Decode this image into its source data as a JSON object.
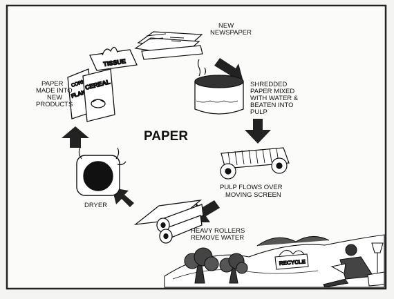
{
  "diagram": {
    "center_title": "PAPER",
    "steps": [
      {
        "lines": [
          "NEW",
          "NEWSPAPER"
        ]
      },
      {
        "lines": [
          "SHREDDED",
          "PAPER MIXED",
          "WITH WATER &",
          "BEATEN INTO",
          "PULP"
        ]
      },
      {
        "lines": [
          "PULP FLOWS OVER",
          "MOVING SCREEN"
        ]
      },
      {
        "lines": [
          "HEAVY ROLLERS",
          "REMOVE WATER"
        ]
      },
      {
        "lines": [
          "DRYER"
        ]
      },
      {
        "lines": [
          "PAPER",
          "MADE INTO",
          "NEW",
          "PRODUCTS"
        ]
      }
    ],
    "icons": [
      "newspaper-icon",
      "pulp-tub-icon",
      "moving-screen-icon",
      "rollers-icon",
      "dryer-icon",
      "products-icon",
      "landscape-reader-illustration"
    ],
    "product_labels": [
      "TISSUE",
      "CORN",
      "FLAKES",
      "CEREAL"
    ],
    "bin_label": "RECYCLE"
  }
}
